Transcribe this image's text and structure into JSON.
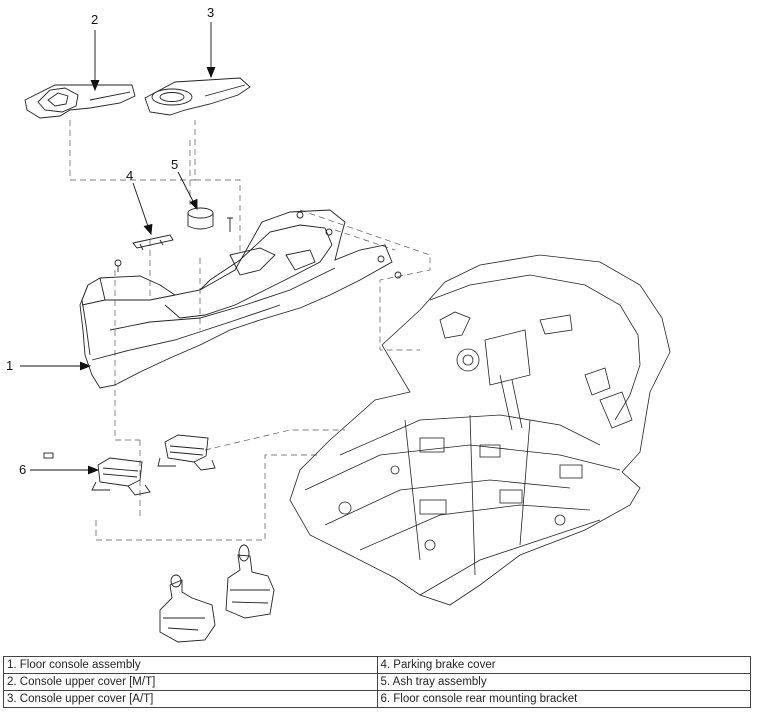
{
  "diagram": {
    "callouts": [
      "1",
      "2",
      "3",
      "4",
      "5",
      "6"
    ]
  },
  "legend": {
    "rows": [
      [
        "1. Floor console assembly",
        "4. Parking brake cover"
      ],
      [
        "2. Console upper cover [M/T]",
        "5. Ash tray assembly"
      ],
      [
        "3. Console upper cover [A/T]",
        "6. Floor console rear mounting bracket"
      ]
    ]
  }
}
